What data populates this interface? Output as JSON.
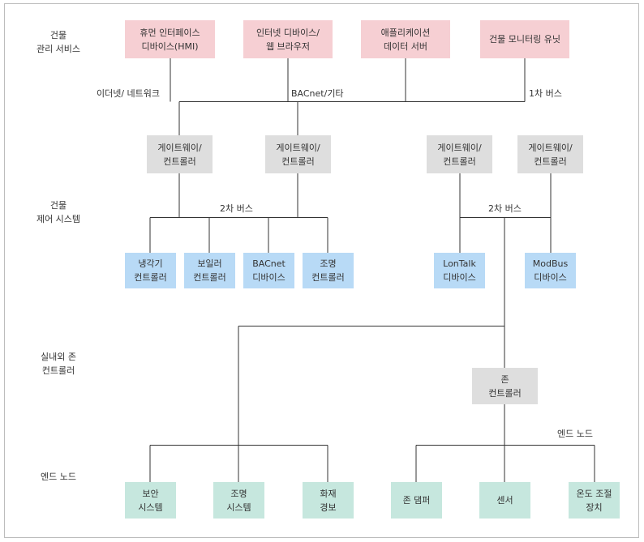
{
  "sections": {
    "building_management": [
      "건물",
      "관리 서비스"
    ],
    "building_control": [
      "건물",
      "제어 시스템"
    ],
    "zone_controller": [
      "실내외 존",
      "컨트롤러"
    ],
    "end_node": [
      "엔드 노드"
    ]
  },
  "nodes": {
    "hmi": [
      "휴먼 인터페이스",
      "디바이스(HMI)"
    ],
    "internet_device": [
      "인터넷 디바이스/",
      "웹 브라우저"
    ],
    "app_data_server": [
      "애플리케이션",
      "데이터 서버"
    ],
    "monitoring_unit": [
      "건물 모니터링 유닛"
    ],
    "gateway": [
      "게이트웨이/",
      "컨트롤러"
    ],
    "chiller": [
      "냉각기",
      "컨트롤러"
    ],
    "boiler": [
      "보일러",
      "컨트롤러"
    ],
    "bacnet_device": [
      "BACnet",
      "디바이스"
    ],
    "lighting_controller": [
      "조명",
      "컨트롤러"
    ],
    "lontalk_device": [
      "LonTalk",
      "디바이스"
    ],
    "modbus_device": [
      "ModBus",
      "디바이스"
    ],
    "zone_ctrl": [
      "존",
      "컨트롤러"
    ],
    "security": [
      "보안",
      "시스템"
    ],
    "lighting_system": [
      "조명",
      "시스템"
    ],
    "fire_alarm": [
      "화재",
      "경보"
    ],
    "zone_damper": [
      "존 댐퍼"
    ],
    "sensor": [
      "센서"
    ],
    "temp_control": [
      "온도 조절",
      "장치"
    ]
  },
  "labels": {
    "ethernet": "이더넷/ 네트워크",
    "bacnet_other": "BACnet/기타",
    "primary_bus": "1차 버스",
    "secondary_bus_left": "2차 버스",
    "secondary_bus_right": "2차 버스",
    "end_node_label": "엔드 노드"
  },
  "colors": {
    "management": "#f6cfd3",
    "gateway": "#dedede",
    "control_device": "#b8daf6",
    "end_node": "#c6e7de",
    "line": "#333333"
  }
}
